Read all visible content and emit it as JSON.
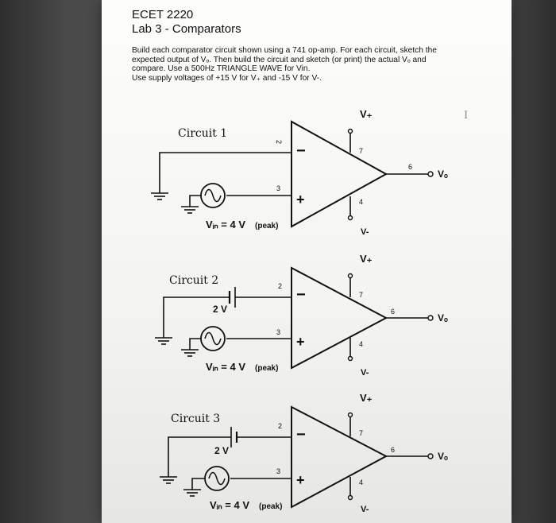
{
  "document": {
    "title": "ECET 2220",
    "subtitle": "Lab 3 - Comparators",
    "instructions": [
      "Build each comparator circuit shown using a 741 op-amp. For each circuit, sketch the",
      "expected output of Vₒ. Then build the circuit and sketch (or print) the actual Vₒ and",
      "compare.  Use a 500Hz TRIANGLE WAVE for Vin.",
      "Use supply voltages of +15 V for V₊ and -15 V for V-."
    ],
    "cursor_glyph": "I"
  },
  "circuits": [
    {
      "label": "Circuit 1",
      "vplus": "V₊",
      "vminus": "V-",
      "pin_inv": "2",
      "pin_noninv": "3",
      "pin_vplus": "7",
      "pin_vminus": "4",
      "pin_out": "6",
      "minus_sign": "−",
      "plus_sign": "+",
      "output": "Vₒ",
      "vin_label": "Vᵢₙ = 4 V",
      "vin_peak": "(peak)",
      "ref_voltage": ""
    },
    {
      "label": "Circuit 2",
      "vplus": "V₊",
      "vminus": "V-",
      "pin_inv": "2",
      "pin_noninv": "3",
      "pin_vplus": "7",
      "pin_vminus": "4",
      "pin_out": "6",
      "minus_sign": "−",
      "plus_sign": "+",
      "output": "Vₒ",
      "vin_label": "Vᵢₙ = 4 V",
      "vin_peak": "(peak)",
      "ref_voltage": "2 V"
    },
    {
      "label": "Circuit 3",
      "vplus": "V₊",
      "vminus": "V-",
      "pin_inv": "2",
      "pin_noninv": "3",
      "pin_vplus": "7",
      "pin_vminus": "4",
      "pin_out": "6",
      "minus_sign": "−",
      "plus_sign": "+",
      "output": "Vₒ",
      "vin_label": "Vᵢₙ = 4 V",
      "vin_peak": "(peak)",
      "ref_voltage": "2 V"
    }
  ]
}
